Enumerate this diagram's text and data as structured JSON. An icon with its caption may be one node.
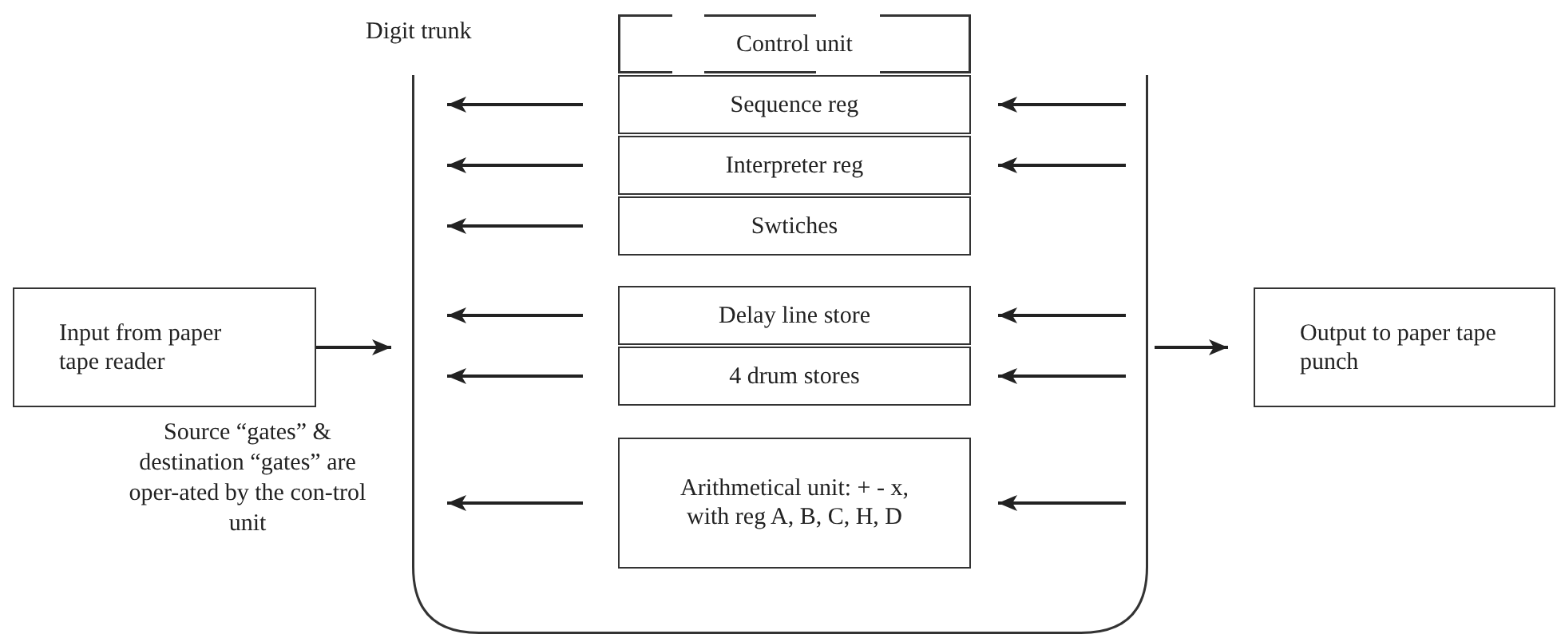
{
  "diagram": {
    "nodes": [
      {
        "text": [
          "Digit trunk"
        ]
      },
      {
        "text": [
          "Control unit"
        ],
        "in": 0
      },
      {
        "text": [
          "Sequence reg"
        ],
        "in": 0
      },
      {
        "text": [
          "Interpreter reg"
        ],
        "in": 0
      },
      {
        "text": [
          "Swtiches"
        ],
        "in": 0
      },
      {
        "text": [
          "Delay line store"
        ],
        "in": 0
      },
      {
        "text": [
          "4 drum stores"
        ],
        "in": 0
      },
      {
        "text": [
          "Arithmetical unit: + - x, with reg A, B, C, H, D"
        ],
        "in": 0
      },
      {
        "text": [
          "Input from paper tape reader"
        ]
      },
      {
        "text": [
          "Output to paper tape punch"
        ]
      }
    ],
    "edges": [
      {
        "from": 8,
        "to": 0,
        "arrow": "to"
      },
      {
        "from": 0,
        "to": 9,
        "arrow": "to"
      },
      {
        "from": 2,
        "to": 0,
        "arrow": "to"
      },
      {
        "from": 0,
        "to": 2,
        "arrow": "to"
      },
      {
        "from": 3,
        "to": 0,
        "arrow": "to"
      },
      {
        "from": 0,
        "to": 3,
        "arrow": "to"
      },
      {
        "from": 4,
        "to": 0,
        "arrow": "to"
      },
      {
        "from": 5,
        "to": 0,
        "arrow": "to"
      },
      {
        "from": 0,
        "to": 5,
        "arrow": "to"
      },
      {
        "from": 6,
        "to": 0,
        "arrow": "to"
      },
      {
        "from": 0,
        "to": 6,
        "arrow": "to"
      },
      {
        "from": 7,
        "to": 0,
        "arrow": "to"
      },
      {
        "from": 0,
        "to": 7,
        "arrow": "to"
      }
    ],
    "labels": [
      "Source “gates” & destination “gates” are oper-ated by the con-trol unit"
    ]
  }
}
